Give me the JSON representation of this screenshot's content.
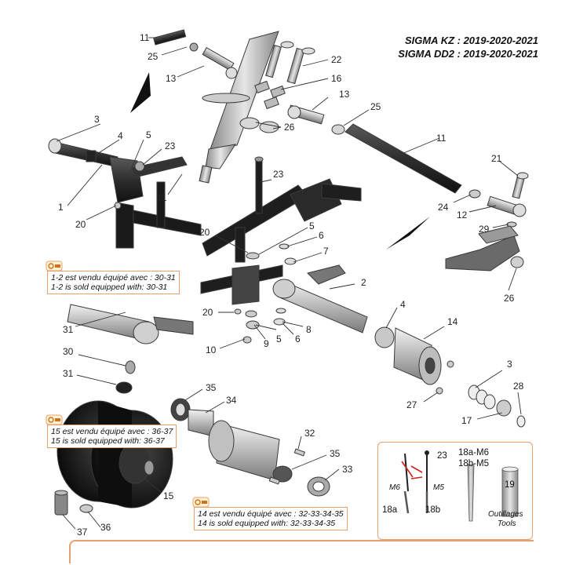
{
  "header": {
    "line1": "SIGMA KZ : 2019-2020-2021",
    "line2": "SIGMA DD2 : 2019-2020-2021"
  },
  "notes": {
    "n1_fr": "1-2 est vendu équipé avec : 30-31",
    "n1_en": "1-2 is sold equipped with: 30-31",
    "n15_fr": "15 est vendu équipé avec : 36-37",
    "n15_en": "15 is sold equipped with: 36-37",
    "n14_fr": "14 est vendu équipé avec : 32-33-34-35",
    "n14_en": "14 is sold equipped with: 32-33-34-35"
  },
  "inset": {
    "label_23": "23",
    "label_18a_m6": "18a-M6",
    "label_18b_m5": "18b-M5",
    "label_19": "19",
    "label_m6": "M6",
    "label_m5": "M5",
    "label_18a": "18a",
    "label_18b": "18b",
    "tools_fr": "Outillages",
    "tools_en": "Tools"
  },
  "callouts": {
    "c11a": "11",
    "c25a": "25",
    "c13a": "13",
    "c22": "22",
    "c16": "16",
    "c13b": "13",
    "c25b": "25",
    "c26a": "26",
    "c3a": "3",
    "c4a": "4",
    "c5a": "5",
    "c23a": "23",
    "c1": "1",
    "c20a": "20",
    "c11b": "11",
    "c11c": "11",
    "c21": "21",
    "c23b": "23",
    "c24": "24",
    "c12": "12",
    "c29": "29",
    "c20b": "20",
    "c5b": "5",
    "c6a": "6",
    "c7": "7",
    "c26b": "26",
    "c2": "2",
    "c31a": "31",
    "c20c": "20",
    "c4b": "4",
    "c8": "8",
    "c6b": "6",
    "c5c": "5",
    "c9": "9",
    "c10": "10",
    "c14": "14",
    "c30": "30",
    "c3b": "3",
    "c31b": "31",
    "c28": "28",
    "c35a": "35",
    "c34": "34",
    "c27": "27",
    "c17": "17",
    "c32": "32",
    "c35b": "35",
    "c33": "33",
    "c15": "15",
    "c37": "37",
    "c36": "36"
  }
}
